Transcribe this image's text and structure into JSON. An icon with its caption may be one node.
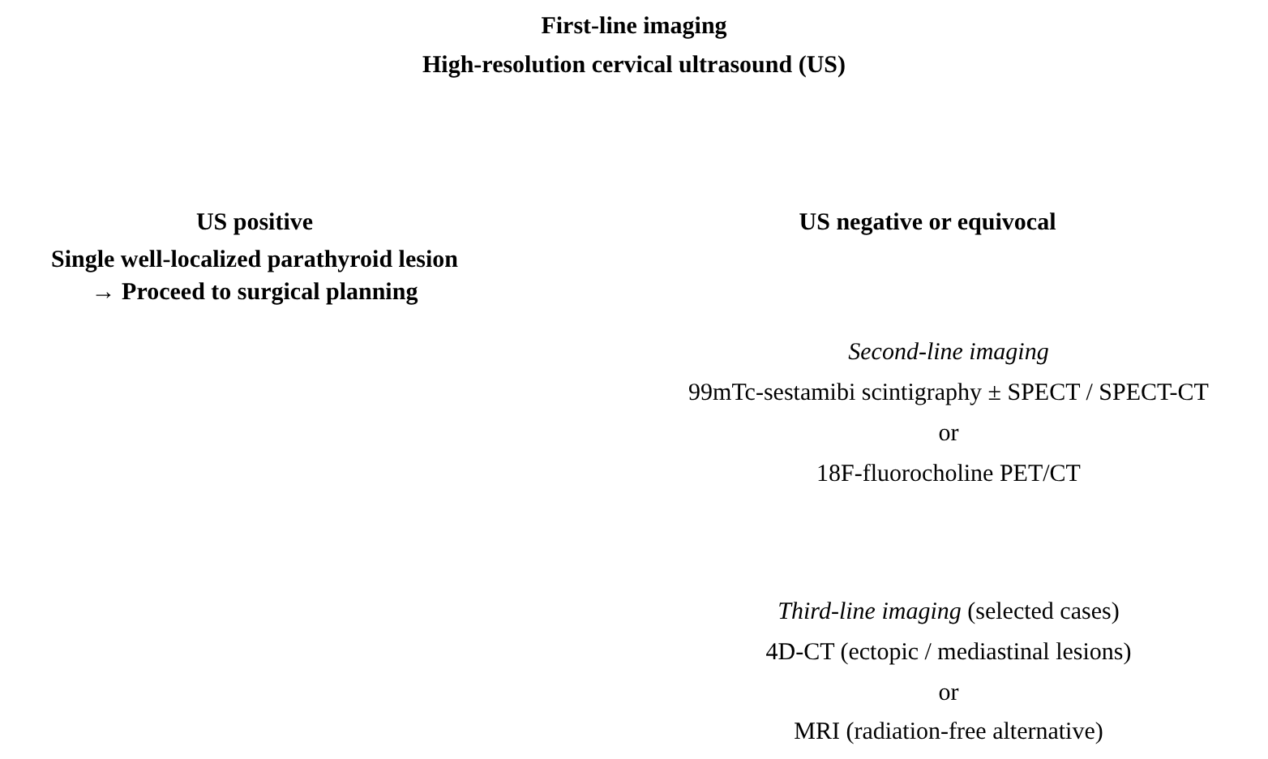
{
  "diagram": {
    "labels": [
      "First-line imaging",
      "High-resolution cervical ultrasound (US)",
      "US positive",
      "Single well-localized parathyroid lesion",
      "→ Proceed to surgical planning",
      "US negative or equivocal",
      "Second-line imaging",
      "99mTc-sestamibi scintigraphy ± SPECT / SPECT-CT",
      "or",
      "18F-fluorocholine PET/CT",
      "*Third-line imaging* (selected cases)",
      "4D-CT (ectopic / mediastinal lesions)",
      "or",
      "MRI (radiation-free alternative)"
    ]
  }
}
